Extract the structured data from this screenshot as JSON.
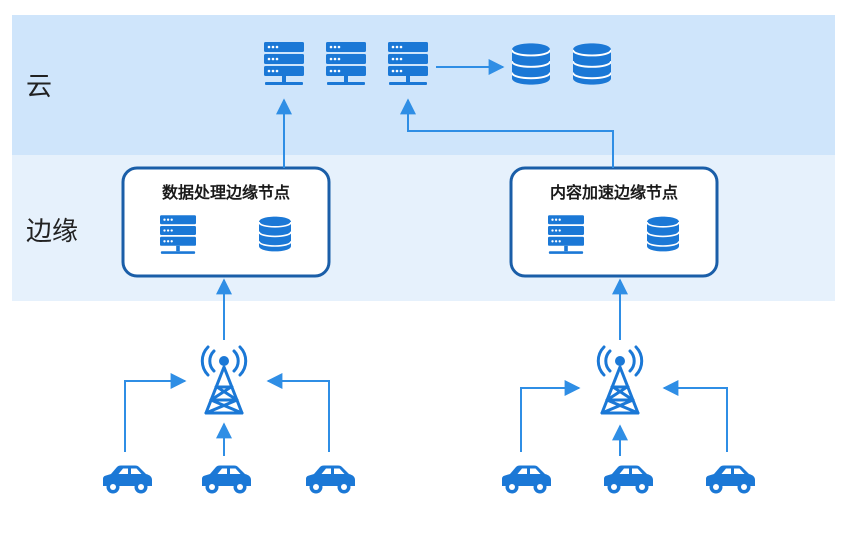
{
  "tiers": {
    "cloud": "云",
    "edge": "边缘"
  },
  "nodes": {
    "left_title": "数据处理边缘节点",
    "right_title": "内容加速边缘节点"
  },
  "colors": {
    "cloud_band": "#cfe5fb",
    "edge_band": "#e6f1fc",
    "primary": "#1b78d6",
    "arrow": "#2f8ee5",
    "node_border": "#1a5ea8"
  },
  "icons": {
    "server": "server-icon",
    "database": "database-icon",
    "tower": "cell-tower-icon",
    "car": "car-icon"
  }
}
